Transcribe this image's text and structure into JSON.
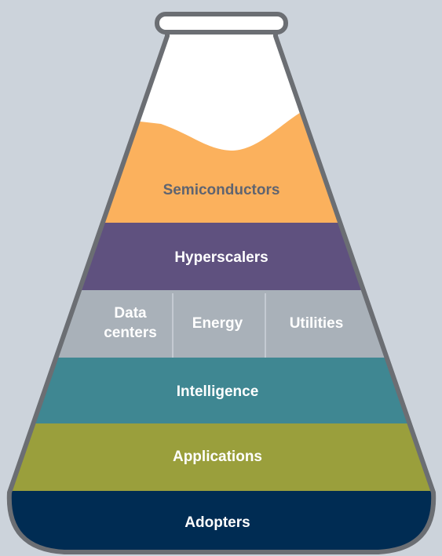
{
  "colors": {
    "background": "#ccd3db",
    "outline": "#6b6e73",
    "neck": "#ffffff",
    "semiconductors": "#fbb15d",
    "hyperscalers": "#5f517f",
    "infrastructure": "#a9b1b9",
    "intelligence": "#3f8792",
    "applications": "#9a9f3c",
    "adopters": "#002c53",
    "dark_text": "#5f6470",
    "light_text": "#ffffff"
  },
  "layers": {
    "semiconductors": {
      "label": "Semiconductors"
    },
    "hyperscalers": {
      "label": "Hyperscalers"
    },
    "infrastructure": {
      "data_centers_line1": "Data",
      "data_centers_line2": "centers",
      "energy": "Energy",
      "utilities": "Utilities"
    },
    "intelligence": {
      "label": "Intelligence"
    },
    "applications": {
      "label": "Applications"
    },
    "adopters": {
      "label": "Adopters"
    }
  }
}
